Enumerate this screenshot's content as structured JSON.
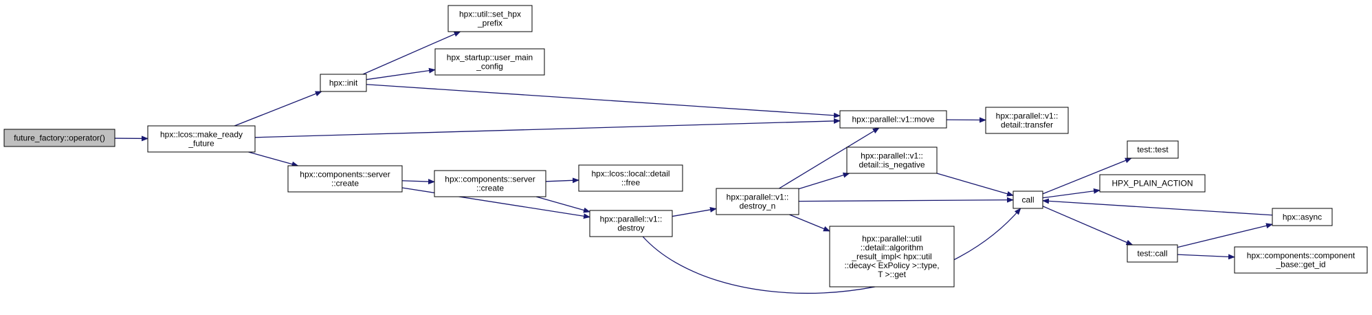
{
  "diagram": {
    "colors": {
      "edge": "#191970",
      "node_border": "#000000",
      "node_fill": "#ffffff",
      "root_fill": "#bfbfbf",
      "background": "#ffffff"
    },
    "nodes": [
      {
        "id": "future_factory_op",
        "lines": [
          "future_factory::operator()"
        ]
      },
      {
        "id": "make_ready_future",
        "lines": [
          "hpx::lcos::make_ready",
          "_future"
        ]
      },
      {
        "id": "hpx_init",
        "lines": [
          "hpx::init"
        ]
      },
      {
        "id": "set_hpx_prefix",
        "lines": [
          "hpx::util::set_hpx",
          "_prefix"
        ]
      },
      {
        "id": "user_main_config",
        "lines": [
          "hpx_startup::user_main",
          "_config"
        ]
      },
      {
        "id": "server_create_1",
        "lines": [
          "hpx::components::server",
          "::create"
        ]
      },
      {
        "id": "server_create_2",
        "lines": [
          "hpx::components::server",
          "::create"
        ]
      },
      {
        "id": "lcos_local_free",
        "lines": [
          "hpx::lcos::local::detail",
          "::free"
        ]
      },
      {
        "id": "v1_destroy",
        "lines": [
          "hpx::parallel::v1::",
          "destroy"
        ]
      },
      {
        "id": "v1_destroy_n",
        "lines": [
          "hpx::parallel::v1::",
          "destroy_n"
        ]
      },
      {
        "id": "v1_move",
        "lines": [
          "hpx::parallel::v1::move"
        ]
      },
      {
        "id": "detail_transfer",
        "lines": [
          "hpx::parallel::v1::",
          "detail::transfer"
        ]
      },
      {
        "id": "is_negative",
        "lines": [
          "hpx::parallel::v1::",
          "detail::is_negative"
        ]
      },
      {
        "id": "algorithm_result_get",
        "lines": [
          "hpx::parallel::util",
          "::detail::algorithm",
          "_result_impl< hpx::util",
          "::decay< ExPolicy >::type,",
          "T >::get"
        ]
      },
      {
        "id": "call",
        "lines": [
          "call"
        ]
      },
      {
        "id": "test_test",
        "lines": [
          "test::test"
        ]
      },
      {
        "id": "hpx_plain_action",
        "lines": [
          "HPX_PLAIN_ACTION"
        ]
      },
      {
        "id": "hpx_async",
        "lines": [
          "hpx::async"
        ]
      },
      {
        "id": "test_call",
        "lines": [
          "test::call"
        ]
      },
      {
        "id": "component_base_get_id",
        "lines": [
          "hpx::components::component",
          "_base::get_id"
        ]
      }
    ],
    "edges": [
      {
        "from": "future_factory_op",
        "to": "make_ready_future"
      },
      {
        "from": "make_ready_future",
        "to": "hpx_init"
      },
      {
        "from": "make_ready_future",
        "to": "v1_move"
      },
      {
        "from": "make_ready_future",
        "to": "server_create_1"
      },
      {
        "from": "hpx_init",
        "to": "set_hpx_prefix"
      },
      {
        "from": "hpx_init",
        "to": "user_main_config"
      },
      {
        "from": "hpx_init",
        "to": "v1_move"
      },
      {
        "from": "server_create_1",
        "to": "server_create_2"
      },
      {
        "from": "server_create_1",
        "to": "v1_destroy"
      },
      {
        "from": "server_create_2",
        "to": "lcos_local_free"
      },
      {
        "from": "server_create_2",
        "to": "v1_destroy"
      },
      {
        "from": "v1_destroy",
        "to": "v1_destroy_n"
      },
      {
        "from": "v1_destroy",
        "to": "call"
      },
      {
        "from": "v1_destroy_n",
        "to": "v1_move"
      },
      {
        "from": "v1_destroy_n",
        "to": "is_negative"
      },
      {
        "from": "v1_destroy_n",
        "to": "call"
      },
      {
        "from": "v1_destroy_n",
        "to": "algorithm_result_get"
      },
      {
        "from": "v1_move",
        "to": "detail_transfer"
      },
      {
        "from": "is_negative",
        "to": "call"
      },
      {
        "from": "call",
        "to": "test_test"
      },
      {
        "from": "call",
        "to": "hpx_plain_action"
      },
      {
        "from": "call",
        "to": "test_call"
      },
      {
        "from": "hpx_async",
        "to": "call"
      },
      {
        "from": "test_call",
        "to": "hpx_async"
      },
      {
        "from": "test_call",
        "to": "component_base_get_id"
      }
    ]
  }
}
